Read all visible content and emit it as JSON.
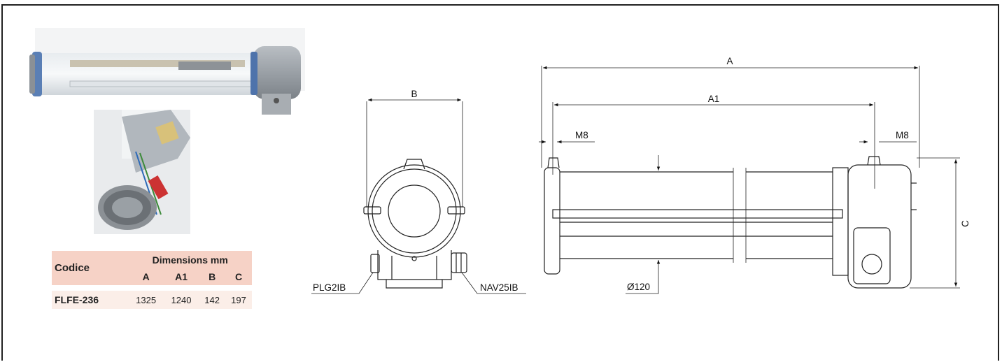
{
  "table": {
    "codice_label": "Codice",
    "dimensions_label": "Dimensions mm",
    "columns": [
      "A",
      "A1",
      "B",
      "C"
    ],
    "rows": [
      {
        "code": "FLFE-236",
        "values": [
          "1325",
          "1240",
          "142",
          "197"
        ]
      }
    ]
  },
  "front_view": {
    "dim_B": "B",
    "left_gland": "PLG2IB",
    "right_gland": "NAV25IB"
  },
  "side_view": {
    "dim_A": "A",
    "dim_A1": "A1",
    "dim_C": "C",
    "thread_left": "M8",
    "thread_right": "M8",
    "diameter": "Ø120"
  },
  "colors": {
    "table_header": "#f6d2c6",
    "table_row": "#fbeee8"
  }
}
